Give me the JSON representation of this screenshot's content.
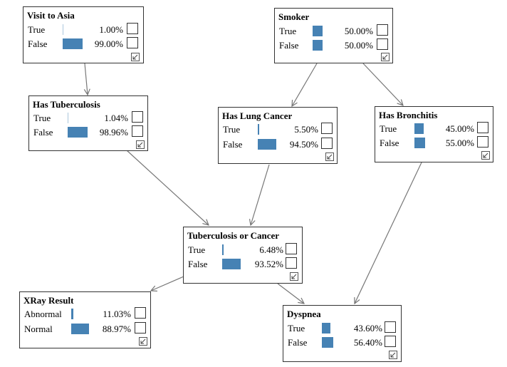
{
  "nodes": [
    {
      "id": "asia",
      "title": "Visit to Asia",
      "states": [
        {
          "label": "True",
          "value": "1.00%",
          "prob": 0.01
        },
        {
          "label": "False",
          "value": "99.00%",
          "prob": 0.99
        }
      ]
    },
    {
      "id": "smoker",
      "title": "Smoker",
      "states": [
        {
          "label": "True",
          "value": "50.00%",
          "prob": 0.5
        },
        {
          "label": "False",
          "value": "50.00%",
          "prob": 0.5
        }
      ]
    },
    {
      "id": "tuberculosis",
      "title": "Has Tuberculosis",
      "states": [
        {
          "label": "True",
          "value": "1.04%",
          "prob": 0.0104
        },
        {
          "label": "False",
          "value": "98.96%",
          "prob": 0.9896
        }
      ]
    },
    {
      "id": "lungcancer",
      "title": "Has Lung Cancer",
      "states": [
        {
          "label": "True",
          "value": "5.50%",
          "prob": 0.055
        },
        {
          "label": "False",
          "value": "94.50%",
          "prob": 0.945
        }
      ]
    },
    {
      "id": "bronchitis",
      "title": "Has Bronchitis",
      "states": [
        {
          "label": "True",
          "value": "45.00%",
          "prob": 0.45
        },
        {
          "label": "False",
          "value": "55.00%",
          "prob": 0.55
        }
      ]
    },
    {
      "id": "tborca",
      "title": "Tuberculosis or Cancer",
      "states": [
        {
          "label": "True",
          "value": "6.48%",
          "prob": 0.0648
        },
        {
          "label": "False",
          "value": "93.52%",
          "prob": 0.9352
        }
      ]
    },
    {
      "id": "xray",
      "title": "XRay Result",
      "states": [
        {
          "label": "Abnormal",
          "value": "11.03%",
          "prob": 0.1103
        },
        {
          "label": "Normal",
          "value": "88.97%",
          "prob": 0.8897
        }
      ]
    },
    {
      "id": "dyspnea",
      "title": "Dyspnea",
      "states": [
        {
          "label": "True",
          "value": "43.60%",
          "prob": 0.436
        },
        {
          "label": "False",
          "value": "56.40%",
          "prob": 0.564
        }
      ]
    }
  ],
  "edges": [
    {
      "from": "asia",
      "to": "tuberculosis"
    },
    {
      "from": "smoker",
      "to": "lungcancer"
    },
    {
      "from": "smoker",
      "to": "bronchitis"
    },
    {
      "from": "tuberculosis",
      "to": "tborca"
    },
    {
      "from": "lungcancer",
      "to": "tborca"
    },
    {
      "from": "tborca",
      "to": "xray"
    },
    {
      "from": "tborca",
      "to": "dyspnea"
    },
    {
      "from": "bronchitis",
      "to": "dyspnea"
    }
  ],
  "colors": {
    "bar": "#4682b4",
    "border": "#333333",
    "edge": "#777777"
  },
  "icons": {
    "collapse": "collapse-arrow-icon"
  }
}
